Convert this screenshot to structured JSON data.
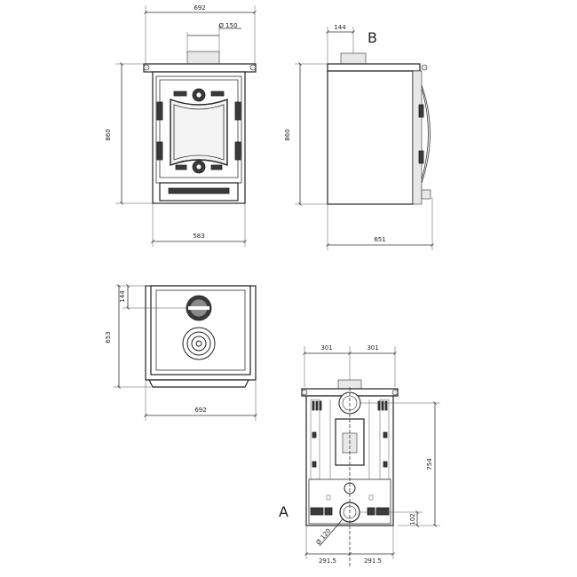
{
  "front_view": {
    "width_top": "692",
    "flue_diameter": "Ø 150",
    "height": "860",
    "width_base": "583"
  },
  "side_view": {
    "label": "B",
    "flue_offset": "144",
    "height": "860",
    "depth": "651"
  },
  "top_view": {
    "flue_offset": "144",
    "depth": "653",
    "width": "692"
  },
  "rear_view": {
    "label": "A",
    "half_width_left": "301",
    "half_width_right": "301",
    "flue_height": "754",
    "inlet_height": "102",
    "inlet_diameter": "Ø 120",
    "base_half_left": "291.5",
    "base_half_right": "291.5"
  }
}
